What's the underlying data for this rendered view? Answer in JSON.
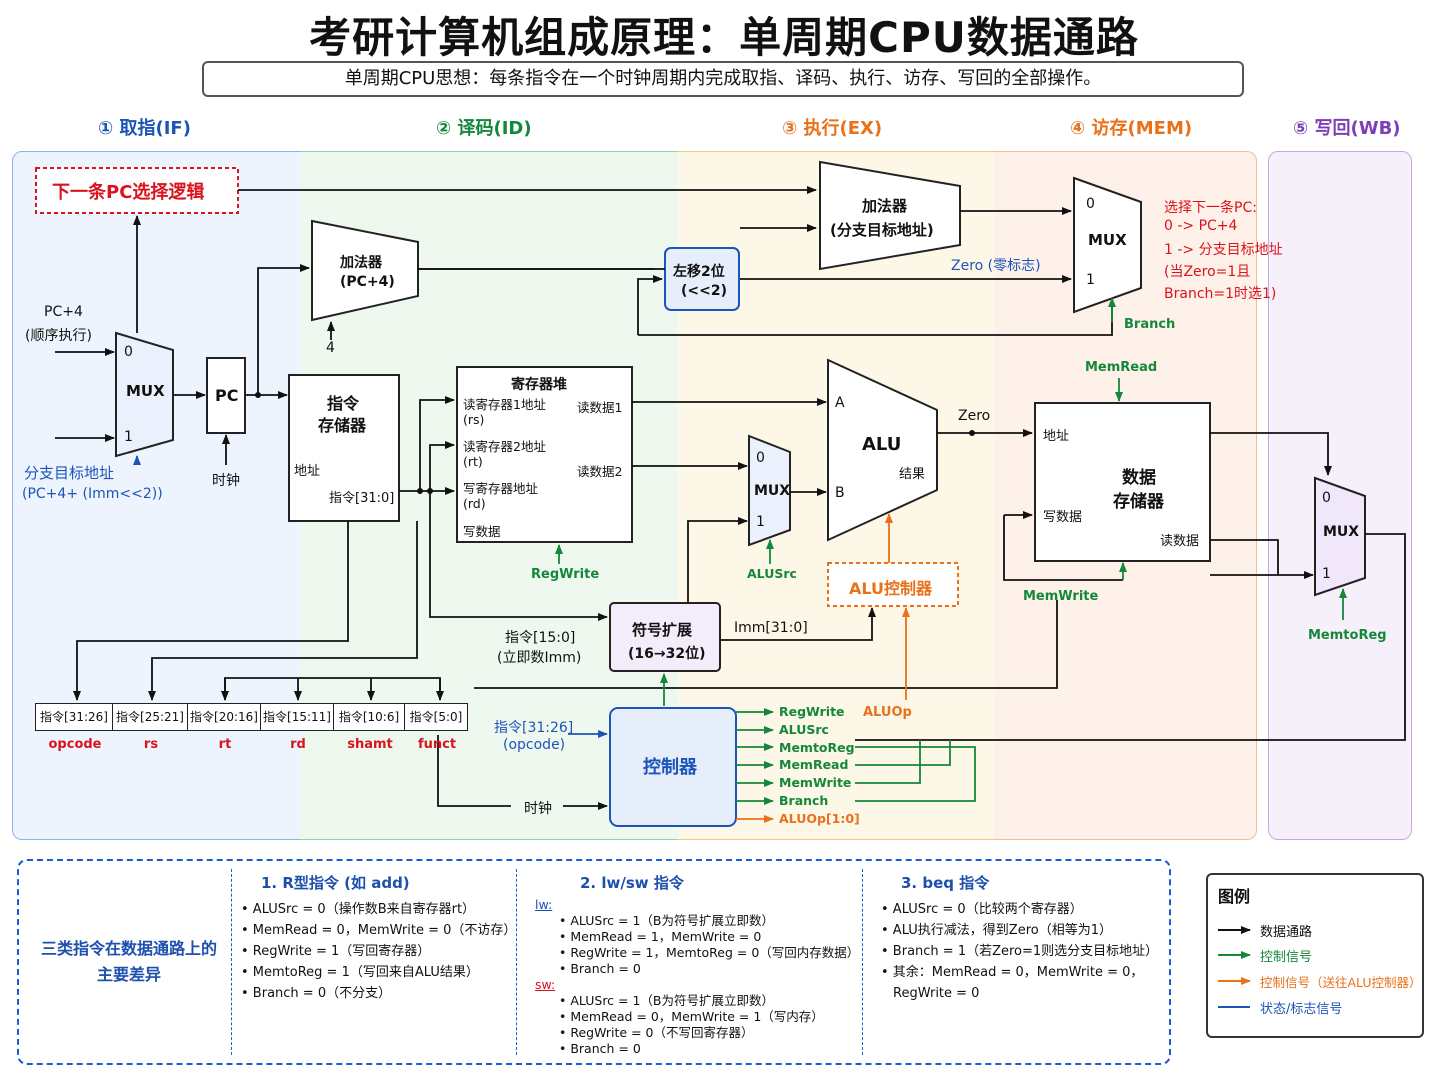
{
  "title": "考研计算机组成原理：单周期CPU数据通路",
  "subtitle": "单周期CPU思想：每条指令在一个时钟周期内完成取指、译码、执行、访存、写回的全部操作。",
  "stages": [
    {
      "label": "① 取指(IF)",
      "color": "#1c55b8"
    },
    {
      "label": "② 译码(ID)",
      "color": "#14873a"
    },
    {
      "label": "③ 执行(EX)",
      "color": "#e8711a"
    },
    {
      "label": "④ 访存(MEM)",
      "color": "#e8711a"
    },
    {
      "label": "⑤ 写回(WB)",
      "color": "#7a3fb8"
    }
  ],
  "blocks": {
    "next_pc_logic": "下一条PC选择逻辑",
    "pc4_label": "PC+4",
    "pc4_sub": "(顺序执行)",
    "mux": "MUX",
    "mux0": "0",
    "mux1": "1",
    "branch_target": "分支目标地址",
    "branch_target_sub": "(PC+4+ (Imm<<2))",
    "pc": "PC",
    "clock": "时钟",
    "adder_pc4": "加法器",
    "adder_pc4_sub": "(PC+4)",
    "four": "4",
    "imem": "指令",
    "imem2": "存储器",
    "imem_addr": "地址",
    "imem_out": "指令[31:0]",
    "shift": "左移2位",
    "shift_sub": "(<<2)",
    "adder_br": "加法器",
    "adder_br_sub": "(分支目标地址)",
    "zero_flag": "Zero (零标志)",
    "pc_select_note": [
      "选择下一条PC:",
      "0 -> PC+4",
      "1 -> 分支目标地址",
      "(当Zero=1且",
      "Branch=1时选1)"
    ],
    "branch": "Branch",
    "regfile": "寄存器堆",
    "rf_read1": "读寄存器1地址",
    "rf_rs": "(rs)",
    "rf_read2": "读寄存器2地址",
    "rf_rt": "(rt)",
    "rf_write": "写寄存器地址",
    "rf_rd": "(rd)",
    "rf_wdata": "写数据",
    "rf_out1": "读数据1",
    "rf_out2": "读数据2",
    "regwrite": "RegWrite",
    "alusrc": "ALUSrc",
    "alu": "ALU",
    "alu_a": "A",
    "alu_b": "B",
    "alu_result": "结果",
    "zero": "Zero",
    "alu_ctrl": "ALU控制器",
    "sign_ext": "符号扩展",
    "sign_ext_sub": "(16→32位)",
    "imm_in": "指令[15:0]",
    "imm_in_sub": "(立即数Imm)",
    "imm_out": "Imm[31:0]",
    "memread": "MemRead",
    "dmem": "数据",
    "dmem2": "存储器",
    "dmem_addr": "地址",
    "dmem_wdata": "写数据",
    "dmem_rdata": "读数据",
    "memwrite": "MemWrite",
    "memtoreg": "MemtoReg",
    "controller": "控制器",
    "ctrl_in": "指令[31:26]",
    "ctrl_in_sub": "(opcode)",
    "ctrl_clock": "时钟",
    "aluop": "ALUOp",
    "ctrl_outputs": [
      "RegWrite",
      "ALUSrc",
      "MemtoReg",
      "MemRead",
      "MemWrite",
      "Branch",
      "ALUOp[1:0]"
    ]
  },
  "fields": [
    {
      "text": "指令[31:26]",
      "label": "opcode"
    },
    {
      "text": "指令[25:21]",
      "label": "rs"
    },
    {
      "text": "指令[20:16]",
      "label": "rt"
    },
    {
      "text": "指令[15:11]",
      "label": "rd"
    },
    {
      "text": "指令[10:6]",
      "label": "shamt"
    },
    {
      "text": "指令[5:0]",
      "label": "funct"
    }
  ],
  "summary": {
    "title": "三类指令在数据通路上的主要差异",
    "r_type": {
      "head": "1. R型指令 (如 add)",
      "lines": [
        "ALUSrc = 0（操作数B来自寄存器rt）",
        "MemRead = 0，MemWrite = 0（不访存）",
        "RegWrite = 1（写回寄存器）",
        "MemtoReg = 1（写回来自ALU结果）",
        "Branch = 0（不分支）"
      ]
    },
    "lwsw": {
      "head": "2. lw/sw 指令",
      "lw": "lw:",
      "lw_lines": [
        "ALUSrc = 1（B为符号扩展立即数）",
        "MemRead = 1，MemWrite = 0",
        "RegWrite = 1，MemtoReg = 0（写回内存数据）",
        "Branch = 0"
      ],
      "sw": "sw:",
      "sw_lines": [
        "ALUSrc = 1（B为符号扩展立即数）",
        "MemRead = 0，MemWrite = 1（写内存）",
        "RegWrite = 0（不写回寄存器）",
        "Branch = 0"
      ]
    },
    "beq": {
      "head": "3. beq 指令",
      "lines": [
        "ALUSrc = 0（比较两个寄存器）",
        "ALU执行减法，得到Zero（相等为1）",
        "Branch = 1（若Zero=1则选分支目标地址）",
        "其余：MemRead = 0，MemWrite = 0，",
        "RegWrite = 0"
      ]
    }
  },
  "legend": {
    "title": "图例",
    "items": [
      {
        "label": "数据通路",
        "color": "#111111"
      },
      {
        "label": "控制信号",
        "color": "#14873a"
      },
      {
        "label": "控制信号（送往ALU控制器）",
        "color": "#e8711a"
      },
      {
        "label": "状态/标志信号",
        "color": "#1c55b8"
      }
    ]
  }
}
